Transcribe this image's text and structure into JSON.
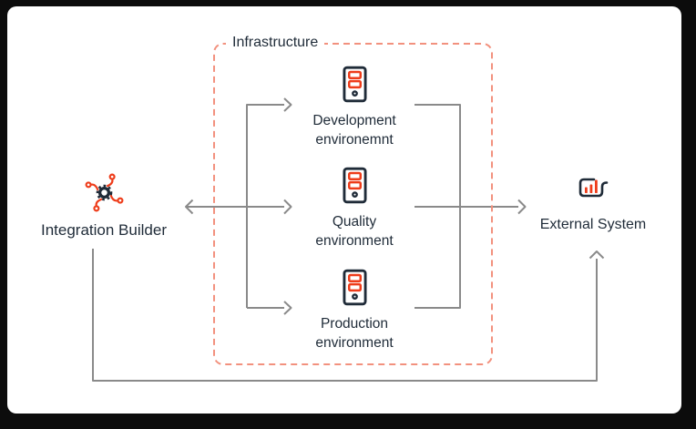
{
  "diagram": {
    "title_region": "Infrastructure",
    "nodes": {
      "integration_builder": {
        "label": "Integration Builder",
        "icon": "integration-gear-icon"
      },
      "external_system": {
        "label": "External System",
        "icon": "bar-chart-icon"
      },
      "environments": [
        {
          "line1": "Development",
          "line2": "environemnt",
          "icon": "server-icon"
        },
        {
          "line1": "Quality",
          "line2": "environment",
          "icon": "server-icon"
        },
        {
          "line1": "Production",
          "line2": "environment",
          "icon": "server-icon"
        }
      ]
    },
    "connections": [
      "integration-builder <-> infrastructure (bidirectional arrow)",
      "infrastructure branch -> development environment",
      "infrastructure branch -> production environment",
      "environments -> external system (arrow)",
      "integration-builder -> external system (bottom feedback arrow)"
    ],
    "colors": {
      "accent_red": "#ee3c1a",
      "dashed_border_salmon": "#f2917e",
      "line_gray": "#8a8a8a",
      "text_dark": "#1f2b38",
      "card_background": "#ffffff",
      "page_background": "#0c0c0c"
    }
  }
}
